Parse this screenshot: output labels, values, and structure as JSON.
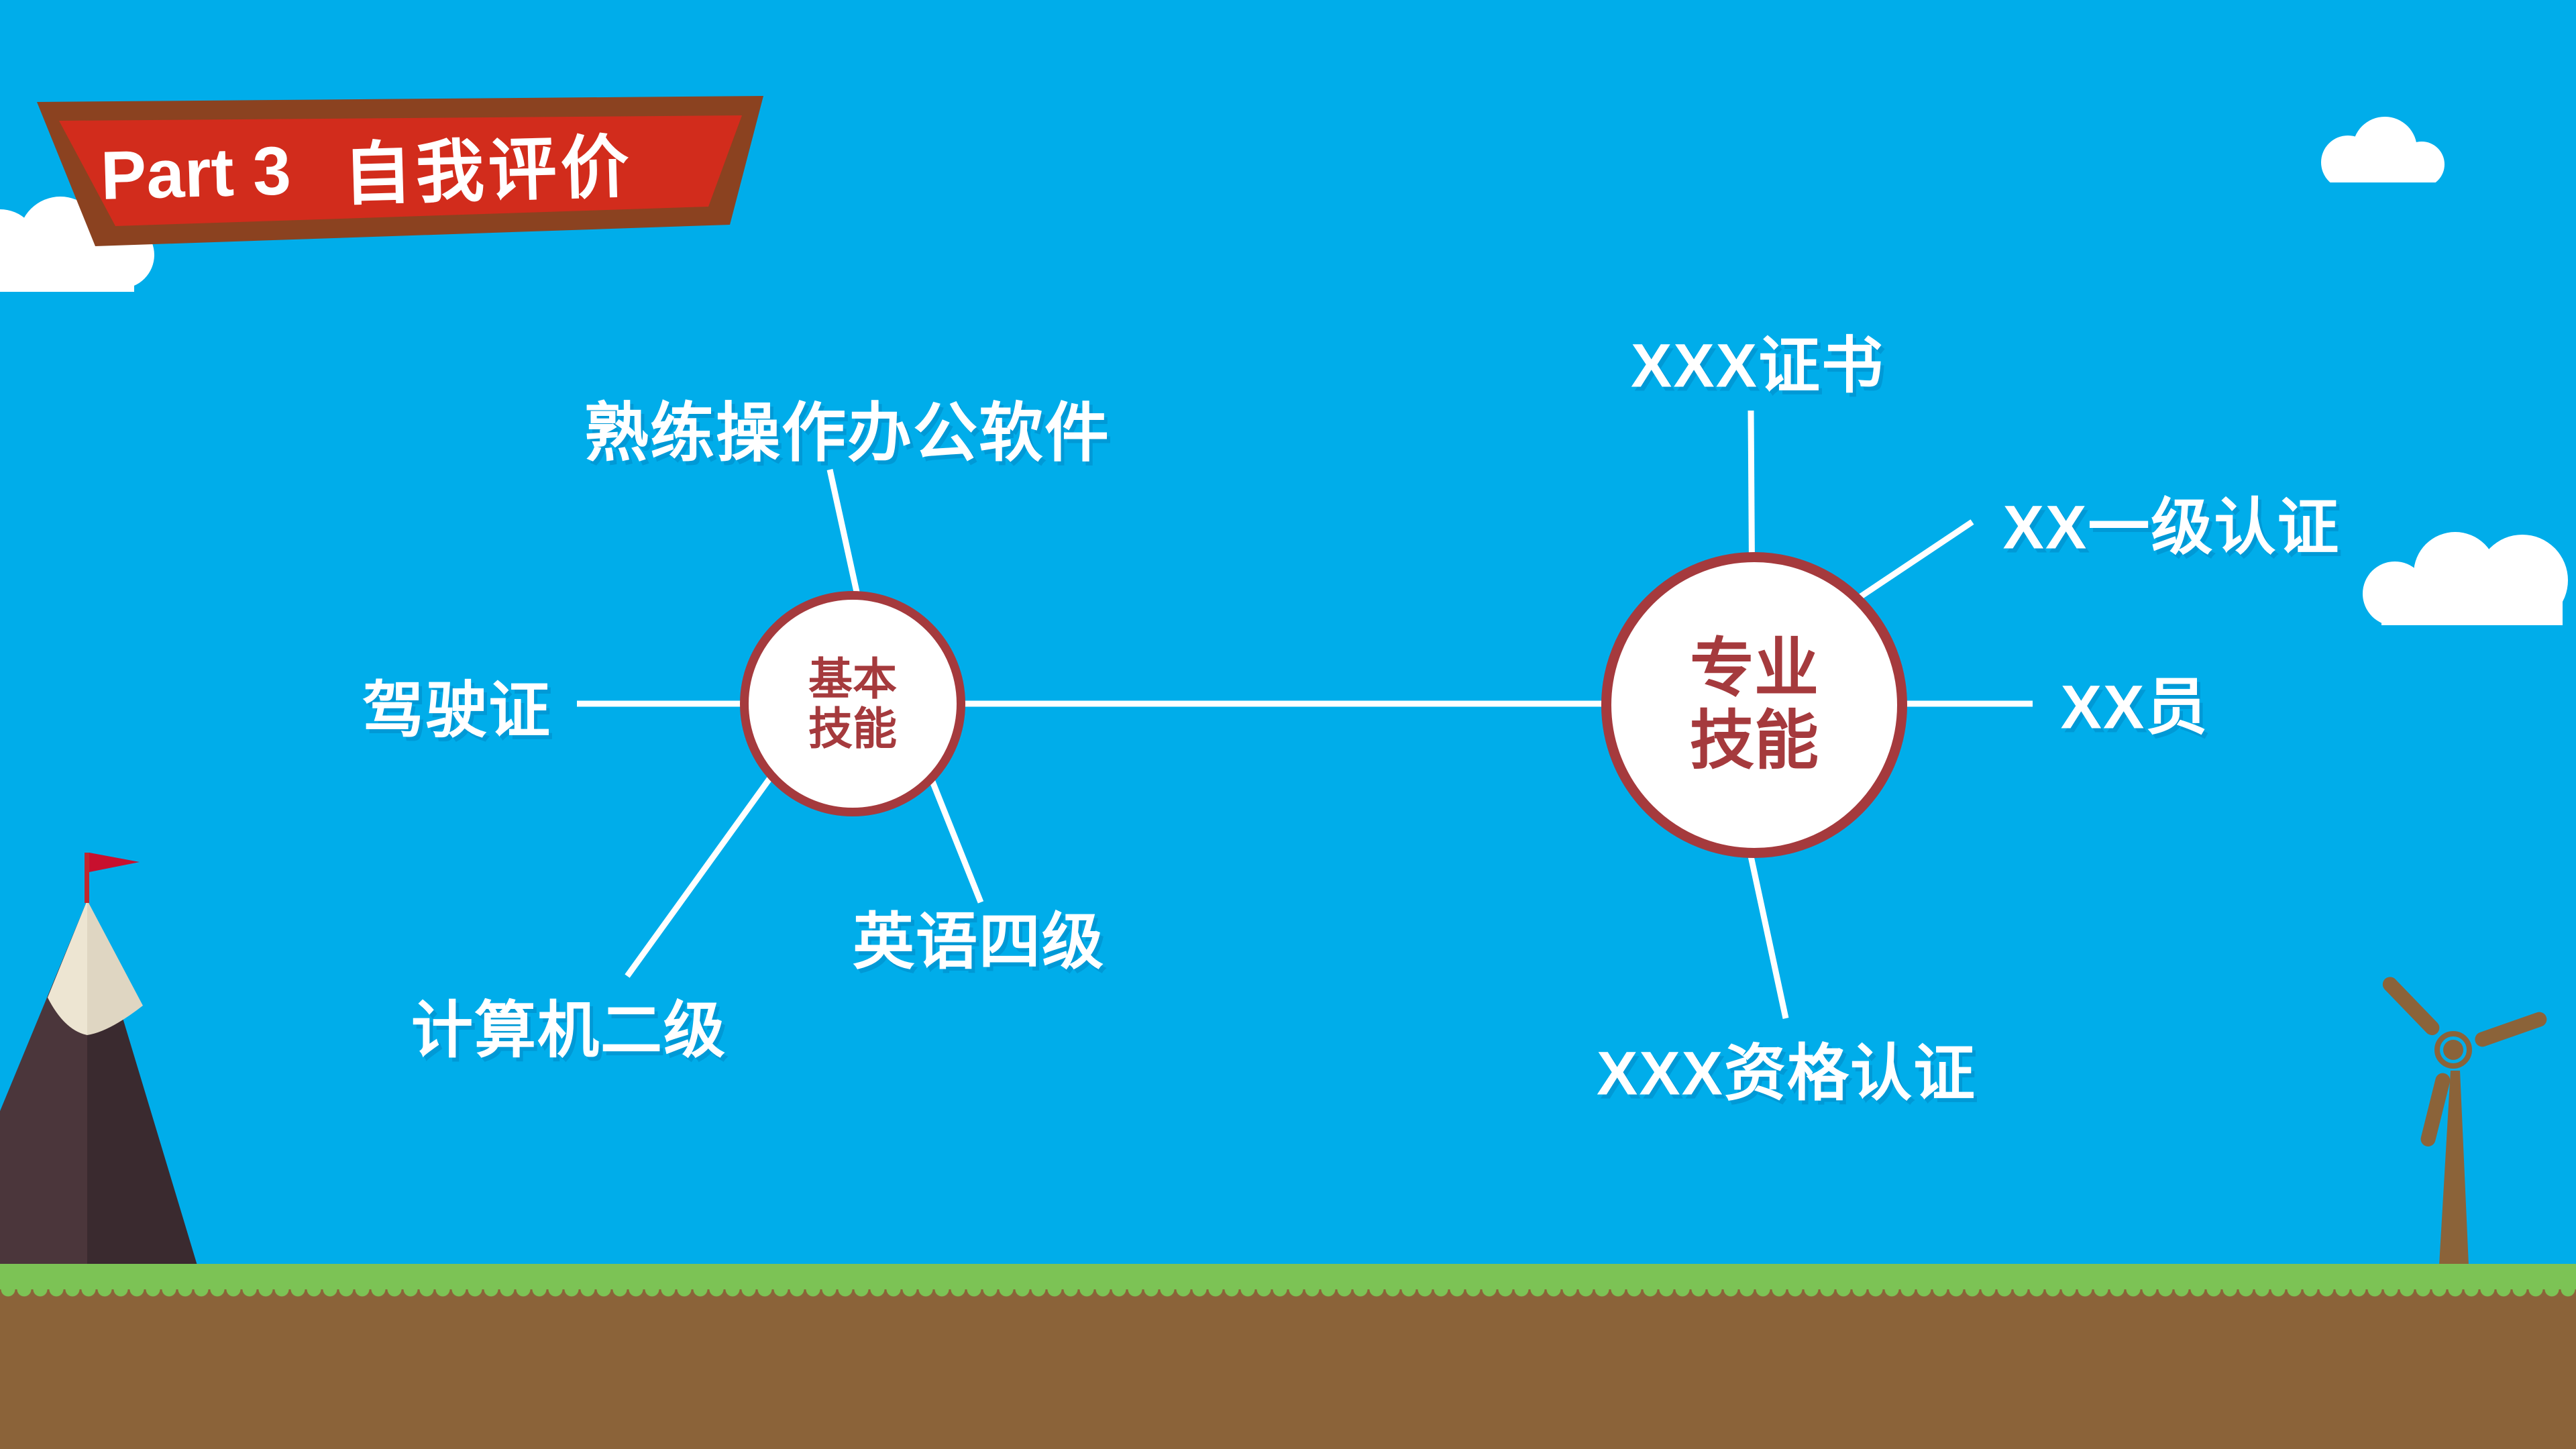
{
  "header": {
    "part_label": "Part 3",
    "slide_title": "自我评价"
  },
  "basic_skills": {
    "hub_line1": "基本",
    "hub_line2": "技能",
    "branch_top": "熟练操作办公软件",
    "branch_left": "驾驶证",
    "branch_bottom_left": "计算机二级",
    "branch_bottom_right": "英语四级"
  },
  "professional_skills": {
    "hub_line1": "专业",
    "hub_line2": "技能",
    "branch_top": "XXX证书",
    "branch_top_right": "XX一级认证",
    "branch_right": "XX员",
    "branch_bottom": "XXX资格认证"
  },
  "colors": {
    "sky": "#00ADEA",
    "banner_red": "#D22C1C",
    "banner_border_brown": "#8B4220",
    "hub_red": "#A53A3D",
    "label_white": "#FFFFFF",
    "grass_green": "#7CC355",
    "dirt_brown": "#8B6339",
    "mountain_left": "#4B363B",
    "mountain_right": "#3A2A2F",
    "snow_left": "#EDE5D2",
    "snow_right": "#DFD6C2",
    "flag_red": "#C8102E",
    "turbine_brown": "#8B6339"
  }
}
